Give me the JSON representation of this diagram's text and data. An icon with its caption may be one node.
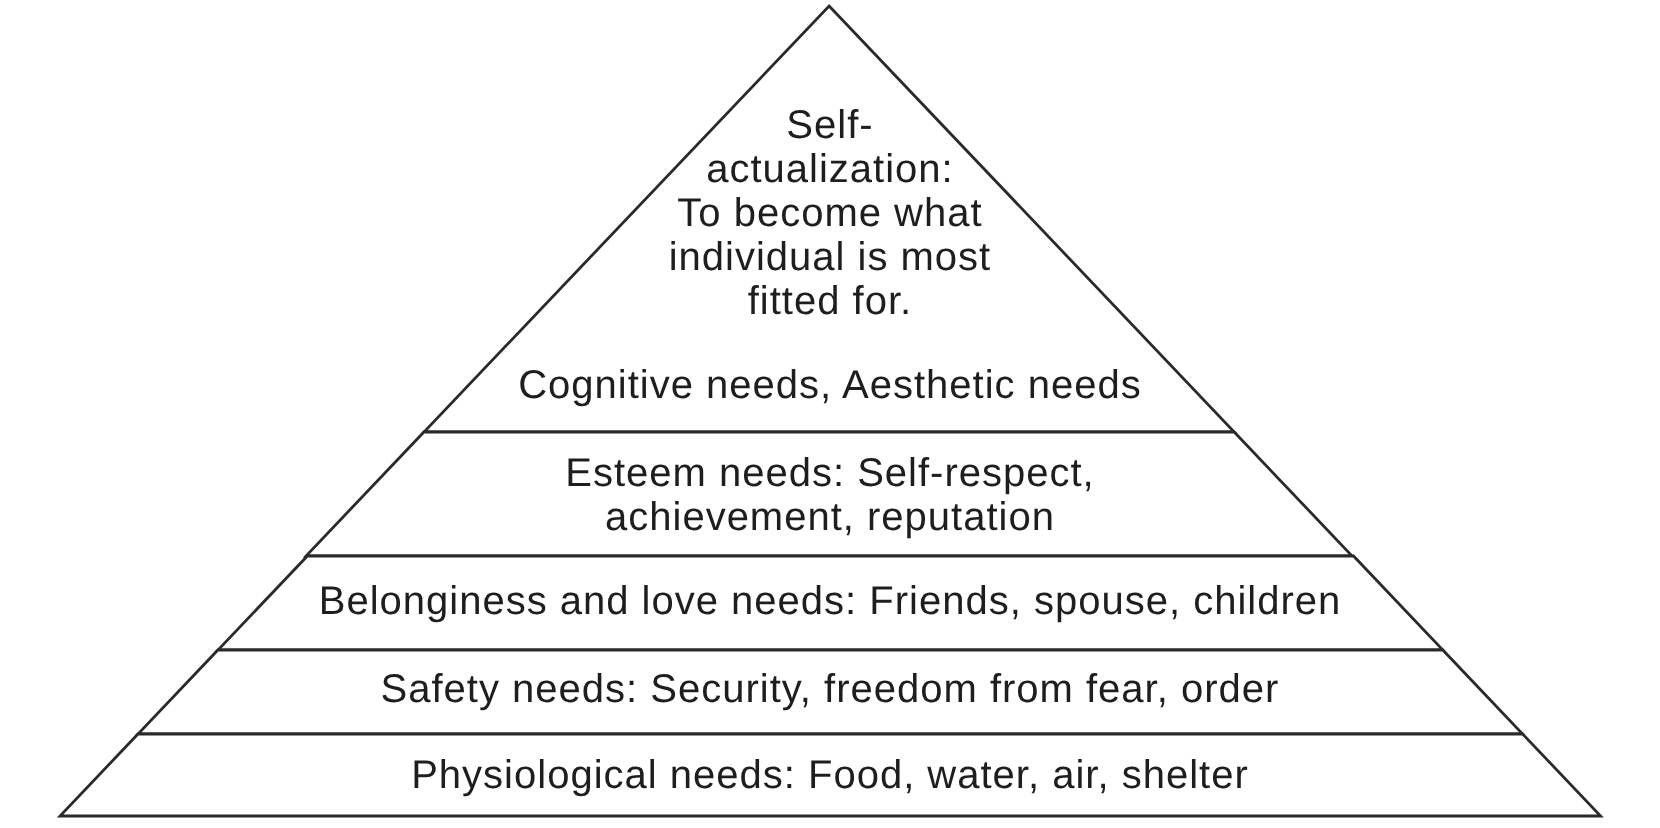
{
  "diagram": {
    "nodes": [
      {
        "text": [
          "Self-actualization: To become what individual is most fitted for.",
          "Cognitive needs, Aesthetic needs"
        ]
      },
      {
        "text": [
          "Esteem needs: Self-respect, achievement, reputation"
        ]
      },
      {
        "text": [
          "Belonginess and love needs: Friends, spouse, children"
        ]
      },
      {
        "text": [
          "Safety needs: Security, freedom from fear, order"
        ]
      },
      {
        "text": [
          "Physiological needs: Food, water, air, shelter"
        ]
      }
    ]
  }
}
